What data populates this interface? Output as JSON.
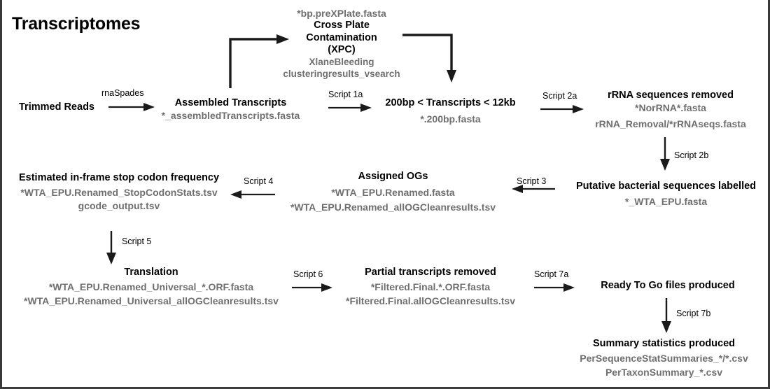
{
  "figure": {
    "title": "Transcriptomes",
    "colors": {
      "text": "#000000",
      "file_text": "#6f6f6f",
      "arrow": "#1a1a1a",
      "border": "#3a3a3a",
      "background": "#ffffff"
    }
  },
  "nodes": {
    "trimmed_reads": {
      "header": "Trimmed Reads"
    },
    "assembled_transcripts": {
      "header": "Assembled Transcripts",
      "files": [
        "*_assembledTranscripts.fasta"
      ]
    },
    "cross_plate_contamination": {
      "file_top": "*bp.preXPlate.fasta",
      "header_line1": "Cross Plate",
      "header_line2": "Contamination",
      "header_line3": "(XPC)",
      "sub_line1": "XlaneBleeding",
      "sub_line2": "clusteringresults_vsearch"
    },
    "size_filtered": {
      "header": "200bp < Transcripts < 12kb",
      "files": [
        "*.200bp.fasta"
      ]
    },
    "rrna_removed": {
      "header": "rRNA sequences removed",
      "files": [
        "*NorRNA*.fasta",
        "rRNA_Removal/*rRNAseqs.fasta"
      ]
    },
    "bacterial_labelled": {
      "header": "Putative bacterial sequences labelled",
      "files": [
        "*_WTA_EPU.fasta"
      ]
    },
    "assigned_ogs": {
      "header": "Assigned OGs",
      "files": [
        "*WTA_EPU.Renamed.fasta",
        "*WTA_EPU.Renamed_allOGCleanresults.tsv"
      ]
    },
    "stop_codon_frequency": {
      "header": "Estimated in-frame stop codon frequency",
      "files": [
        "*WTA_EPU.Renamed_StopCodonStats.tsv",
        "gcode_output.tsv"
      ]
    },
    "translation": {
      "header": "Translation",
      "files": [
        "*WTA_EPU.Renamed_Universal_*.ORF.fasta",
        "*WTA_EPU.Renamed_Universal_allOGCleanresults.tsv"
      ]
    },
    "partial_removed": {
      "header": "Partial transcripts removed",
      "files": [
        "*Filtered.Final.*.ORF.fasta",
        "*Filtered.Final.allOGCleanresults.tsv"
      ]
    },
    "ready_to_go": {
      "header": "Ready To Go files produced"
    },
    "summary_stats": {
      "header": "Summary statistics produced",
      "files": [
        "PerSequenceStatSummaries_*/*.csv",
        "PerTaxonSummary_*.csv"
      ]
    }
  },
  "edges": {
    "rnaspades": "rnaSpades",
    "script_1a": "Script 1a",
    "script_2a": "Script 2a",
    "script_2b": "Script 2b",
    "script_3": "Script 3",
    "script_4": "Script 4",
    "script_5": "Script 5",
    "script_6": "Script 6",
    "script_7a": "Script 7a",
    "script_7b": "Script 7b"
  }
}
